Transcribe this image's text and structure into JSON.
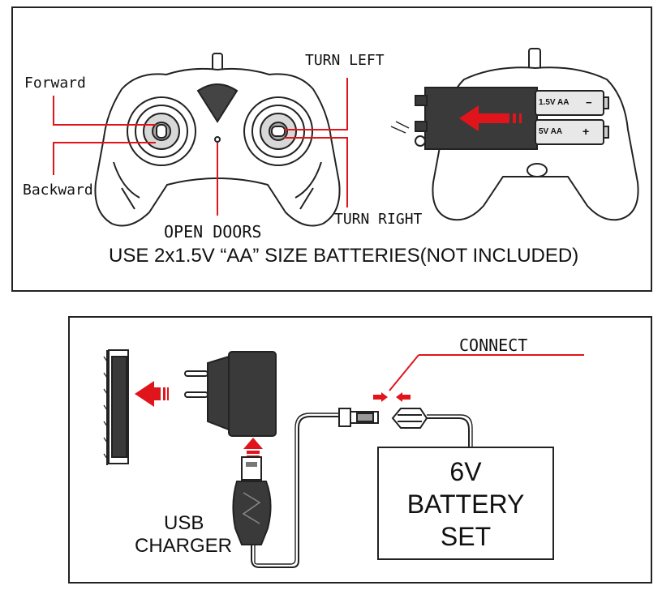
{
  "top_panel": {
    "labels": {
      "forward": "Forward",
      "backward": "Backward",
      "turn_left": "TURN LEFT",
      "turn_right": "TURN RIGHT",
      "open_doors": "OPEN DOORS"
    },
    "battery_note": "USE 2x1.5V “AA” SIZE BATTERIES(NOT INCLUDED)",
    "battery_cells": [
      "1.5V AA",
      "5V AA"
    ],
    "battery_polarity": [
      "−",
      "+"
    ]
  },
  "bottom_panel": {
    "labels": {
      "connect": "CONNECT",
      "usb_line1": "USB",
      "usb_line2": "CHARGER",
      "battery_line1": "6V",
      "battery_line2": "BATTERY",
      "battery_line3": "SET"
    }
  },
  "colors": {
    "accent_red": "#e0151b",
    "ink": "#222222"
  },
  "icons": [
    "remote-controller-icon",
    "battery-compartment-icon",
    "wall-socket-icon",
    "power-adapter-icon",
    "usb-charger-icon",
    "battery-pack-icon",
    "connector-plug-icon",
    "arrow-left-icon",
    "arrow-up-icon"
  ]
}
